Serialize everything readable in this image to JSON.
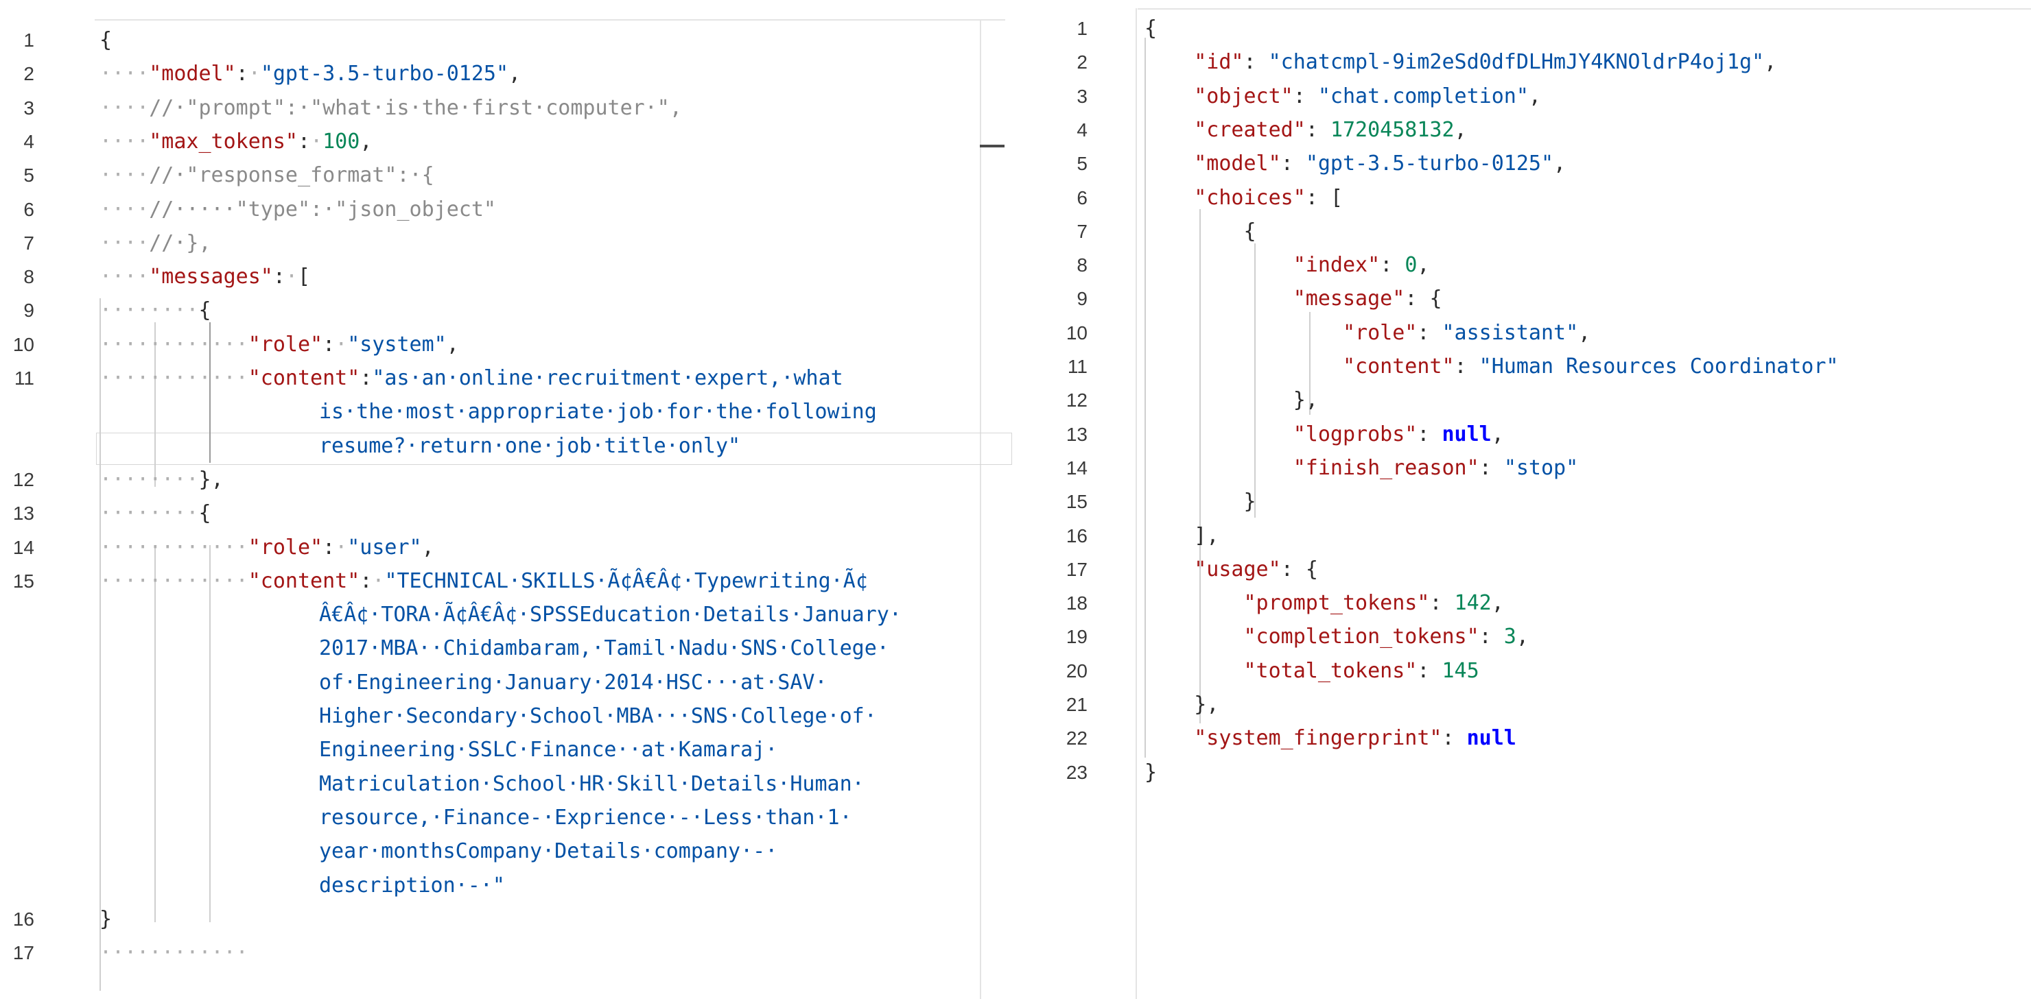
{
  "request_editor": {
    "lines": [
      {
        "n": "1",
        "parts": [
          {
            "c": "br",
            "t": "{"
          }
        ]
      },
      {
        "n": "2",
        "parts": [
          {
            "c": "ws",
            "t": "····"
          },
          {
            "c": "key",
            "t": "\"model\""
          },
          {
            "c": "pn",
            "t": ":"
          },
          {
            "c": "ws",
            "t": "·"
          },
          {
            "c": "str",
            "t": "\"gpt-3.5-turbo-0125\""
          },
          {
            "c": "pn",
            "t": ","
          }
        ]
      },
      {
        "n": "3",
        "parts": [
          {
            "c": "ws",
            "t": "····"
          },
          {
            "c": "cm",
            "t": "//·\"prompt\":·\"what·is·the·first·computer·\","
          }
        ]
      },
      {
        "n": "4",
        "parts": [
          {
            "c": "ws",
            "t": "····"
          },
          {
            "c": "key",
            "t": "\"max_tokens\""
          },
          {
            "c": "pn",
            "t": ":"
          },
          {
            "c": "ws",
            "t": "·"
          },
          {
            "c": "num",
            "t": "100"
          },
          {
            "c": "pn",
            "t": ","
          }
        ]
      },
      {
        "n": "5",
        "parts": [
          {
            "c": "ws",
            "t": "····"
          },
          {
            "c": "cm",
            "t": "//·\"response_format\":·{"
          }
        ]
      },
      {
        "n": "6",
        "parts": [
          {
            "c": "ws",
            "t": "····"
          },
          {
            "c": "cm",
            "t": "//·····\"type\":·\"json_object\""
          }
        ]
      },
      {
        "n": "7",
        "parts": [
          {
            "c": "ws",
            "t": "····"
          },
          {
            "c": "cm",
            "t": "//·},"
          }
        ]
      },
      {
        "n": "8",
        "parts": [
          {
            "c": "ws",
            "t": "····"
          },
          {
            "c": "key",
            "t": "\"messages\""
          },
          {
            "c": "pn",
            "t": ":"
          },
          {
            "c": "ws",
            "t": "·"
          },
          {
            "c": "br",
            "t": "["
          }
        ]
      },
      {
        "n": "9",
        "parts": [
          {
            "c": "ws",
            "t": "········"
          },
          {
            "c": "br",
            "t": "{"
          }
        ]
      },
      {
        "n": "10",
        "parts": [
          {
            "c": "ws",
            "t": "············"
          },
          {
            "c": "key",
            "t": "\"role\""
          },
          {
            "c": "pn",
            "t": ":"
          },
          {
            "c": "ws",
            "t": "·"
          },
          {
            "c": "str",
            "t": "\"system\""
          },
          {
            "c": "pn",
            "t": ","
          }
        ]
      },
      {
        "n": "11",
        "parts": [
          {
            "c": "ws",
            "t": "············"
          },
          {
            "c": "key",
            "t": "\"content\""
          },
          {
            "c": "pn",
            "t": ":"
          },
          {
            "c": "str",
            "t": "\"as·an·online·recruitment·expert,·what"
          }
        ],
        "wrap": [
          "is·the·most·appropriate·job·for·the·following",
          "resume?·return·one·job·title·only\""
        ]
      },
      {
        "n": "12",
        "parts": [
          {
            "c": "ws",
            "t": "········"
          },
          {
            "c": "br",
            "t": "}"
          },
          {
            "c": "pn",
            "t": ","
          }
        ]
      },
      {
        "n": "13",
        "parts": [
          {
            "c": "ws",
            "t": "········"
          },
          {
            "c": "br",
            "t": "{"
          }
        ]
      },
      {
        "n": "14",
        "parts": [
          {
            "c": "ws",
            "t": "············"
          },
          {
            "c": "key",
            "t": "\"role\""
          },
          {
            "c": "pn",
            "t": ":"
          },
          {
            "c": "ws",
            "t": "·"
          },
          {
            "c": "str",
            "t": "\"user\""
          },
          {
            "c": "pn",
            "t": ","
          }
        ]
      },
      {
        "n": "15",
        "parts": [
          {
            "c": "ws",
            "t": "············"
          },
          {
            "c": "key",
            "t": "\"content\""
          },
          {
            "c": "pn",
            "t": ":"
          },
          {
            "c": "ws",
            "t": "·"
          },
          {
            "c": "str",
            "t": "\"TECHNICAL·SKILLS·Ã¢Â€Â¢·Typewriting·Ã¢"
          }
        ],
        "wrap": [
          "Â€Â¢·TORA·Ã¢Â€Â¢·SPSSEducation·Details·January·",
          "2017·MBA··Chidambaram,·Tamil·Nadu·SNS·College·",
          "of·Engineering·January·2014·HSC···at·SAV·",
          "Higher·Secondary·School·MBA···SNS·College·of·",
          "Engineering·SSLC·Finance··at·Kamaraj·",
          "Matriculation·School·HR·Skill·Details·Human·",
          "resource,·Finance-·Exprience·-·Less·than·1·",
          "year·monthsCompany·Details·company·-·",
          "description·-·\""
        ]
      },
      {
        "n": "16",
        "parts": [
          {
            "c": "br",
            "t": "}"
          }
        ]
      },
      {
        "n": "17",
        "parts": [
          {
            "c": "ws",
            "t": "············"
          }
        ]
      }
    ]
  },
  "response_viewer": {
    "lines": [
      {
        "n": "1",
        "parts": [
          {
            "c": "br",
            "t": "{"
          }
        ]
      },
      {
        "n": "2",
        "parts": [
          {
            "c": "ws",
            "t": "    "
          },
          {
            "c": "key",
            "t": "\"id\""
          },
          {
            "c": "pn",
            "t": ": "
          },
          {
            "c": "str",
            "t": "\"chatcmpl-9im2eSd0dfDLHmJY4KNOldrP4oj1g\""
          },
          {
            "c": "pn",
            "t": ","
          }
        ]
      },
      {
        "n": "3",
        "parts": [
          {
            "c": "ws",
            "t": "    "
          },
          {
            "c": "key",
            "t": "\"object\""
          },
          {
            "c": "pn",
            "t": ": "
          },
          {
            "c": "str",
            "t": "\"chat.completion\""
          },
          {
            "c": "pn",
            "t": ","
          }
        ]
      },
      {
        "n": "4",
        "parts": [
          {
            "c": "ws",
            "t": "    "
          },
          {
            "c": "key",
            "t": "\"created\""
          },
          {
            "c": "pn",
            "t": ": "
          },
          {
            "c": "num",
            "t": "1720458132"
          },
          {
            "c": "pn",
            "t": ","
          }
        ]
      },
      {
        "n": "5",
        "parts": [
          {
            "c": "ws",
            "t": "    "
          },
          {
            "c": "key",
            "t": "\"model\""
          },
          {
            "c": "pn",
            "t": ": "
          },
          {
            "c": "str",
            "t": "\"gpt-3.5-turbo-0125\""
          },
          {
            "c": "pn",
            "t": ","
          }
        ]
      },
      {
        "n": "6",
        "parts": [
          {
            "c": "ws",
            "t": "    "
          },
          {
            "c": "key",
            "t": "\"choices\""
          },
          {
            "c": "pn",
            "t": ": "
          },
          {
            "c": "br",
            "t": "["
          }
        ]
      },
      {
        "n": "7",
        "parts": [
          {
            "c": "ws",
            "t": "        "
          },
          {
            "c": "br",
            "t": "{"
          }
        ]
      },
      {
        "n": "8",
        "parts": [
          {
            "c": "ws",
            "t": "            "
          },
          {
            "c": "key",
            "t": "\"index\""
          },
          {
            "c": "pn",
            "t": ": "
          },
          {
            "c": "num",
            "t": "0"
          },
          {
            "c": "pn",
            "t": ","
          }
        ]
      },
      {
        "n": "9",
        "parts": [
          {
            "c": "ws",
            "t": "            "
          },
          {
            "c": "key",
            "t": "\"message\""
          },
          {
            "c": "pn",
            "t": ": "
          },
          {
            "c": "br",
            "t": "{"
          }
        ]
      },
      {
        "n": "10",
        "parts": [
          {
            "c": "ws",
            "t": "                "
          },
          {
            "c": "key",
            "t": "\"role\""
          },
          {
            "c": "pn",
            "t": ": "
          },
          {
            "c": "str",
            "t": "\"assistant\""
          },
          {
            "c": "pn",
            "t": ","
          }
        ]
      },
      {
        "n": "11",
        "parts": [
          {
            "c": "ws",
            "t": "                "
          },
          {
            "c": "key",
            "t": "\"content\""
          },
          {
            "c": "pn",
            "t": ": "
          },
          {
            "c": "str",
            "t": "\"Human Resources Coordinator\""
          }
        ]
      },
      {
        "n": "12",
        "parts": [
          {
            "c": "ws",
            "t": "            "
          },
          {
            "c": "br",
            "t": "}"
          },
          {
            "c": "pn",
            "t": ","
          }
        ]
      },
      {
        "n": "13",
        "parts": [
          {
            "c": "ws",
            "t": "            "
          },
          {
            "c": "key",
            "t": "\"logprobs\""
          },
          {
            "c": "pn",
            "t": ": "
          },
          {
            "c": "kw",
            "t": "null"
          },
          {
            "c": "pn",
            "t": ","
          }
        ]
      },
      {
        "n": "14",
        "parts": [
          {
            "c": "ws",
            "t": "            "
          },
          {
            "c": "key",
            "t": "\"finish_reason\""
          },
          {
            "c": "pn",
            "t": ": "
          },
          {
            "c": "str",
            "t": "\"stop\""
          }
        ]
      },
      {
        "n": "15",
        "parts": [
          {
            "c": "ws",
            "t": "        "
          },
          {
            "c": "br",
            "t": "}"
          }
        ]
      },
      {
        "n": "16",
        "parts": [
          {
            "c": "ws",
            "t": "    "
          },
          {
            "c": "br",
            "t": "]"
          },
          {
            "c": "pn",
            "t": ","
          }
        ]
      },
      {
        "n": "17",
        "parts": [
          {
            "c": "ws",
            "t": "    "
          },
          {
            "c": "key",
            "t": "\"usage\""
          },
          {
            "c": "pn",
            "t": ": "
          },
          {
            "c": "br",
            "t": "{"
          }
        ]
      },
      {
        "n": "18",
        "parts": [
          {
            "c": "ws",
            "t": "        "
          },
          {
            "c": "key",
            "t": "\"prompt_tokens\""
          },
          {
            "c": "pn",
            "t": ": "
          },
          {
            "c": "num",
            "t": "142"
          },
          {
            "c": "pn",
            "t": ","
          }
        ]
      },
      {
        "n": "19",
        "parts": [
          {
            "c": "ws",
            "t": "        "
          },
          {
            "c": "key",
            "t": "\"completion_tokens\""
          },
          {
            "c": "pn",
            "t": ": "
          },
          {
            "c": "num",
            "t": "3"
          },
          {
            "c": "pn",
            "t": ","
          }
        ]
      },
      {
        "n": "20",
        "parts": [
          {
            "c": "ws",
            "t": "        "
          },
          {
            "c": "key",
            "t": "\"total_tokens\""
          },
          {
            "c": "pn",
            "t": ": "
          },
          {
            "c": "num",
            "t": "145"
          }
        ]
      },
      {
        "n": "21",
        "parts": [
          {
            "c": "ws",
            "t": "    "
          },
          {
            "c": "br",
            "t": "}"
          },
          {
            "c": "pn",
            "t": ","
          }
        ]
      },
      {
        "n": "22",
        "parts": [
          {
            "c": "ws",
            "t": "    "
          },
          {
            "c": "key",
            "t": "\"system_fingerprint\""
          },
          {
            "c": "pn",
            "t": ": "
          },
          {
            "c": "kw",
            "t": "null"
          }
        ]
      },
      {
        "n": "23",
        "parts": [
          {
            "c": "br",
            "t": "}"
          }
        ]
      }
    ]
  }
}
